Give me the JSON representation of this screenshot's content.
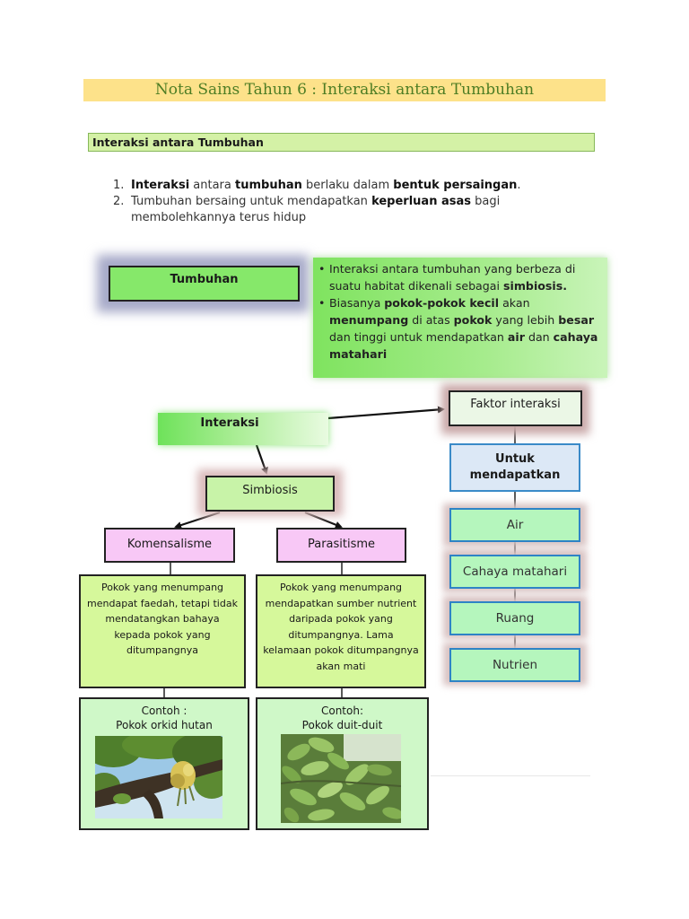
{
  "title": "Nota Sains Tahun 6 : Interaksi antara Tumbuhan",
  "section_heading": "Interaksi antara Tumbuhan",
  "intro": [
    {
      "num": "1.",
      "parts": [
        {
          "t": "Interaksi",
          "b": true
        },
        {
          "t": " antara ",
          "b": false
        },
        {
          "t": "tumbuhan",
          "b": true
        },
        {
          "t": " berlaku dalam ",
          "b": false
        },
        {
          "t": "bentuk persaingan",
          "b": true
        },
        {
          "t": ".",
          "b": false
        }
      ]
    },
    {
      "num": "2.",
      "parts": [
        {
          "t": "Tumbuhan bersaing untuk mendapatkan ",
          "b": false
        },
        {
          "t": "keperluan asas",
          "b": true
        },
        {
          "t": " bagi membolehkannya terus hidup",
          "b": false
        }
      ]
    }
  ],
  "tumbuhan_label": "Tumbuhan",
  "description": [
    {
      "parts": [
        {
          "t": "Interaksi antara tumbuhan yang berbeza di suatu habitat dikenali sebagai ",
          "b": false
        },
        {
          "t": "simbiosis.",
          "b": true
        }
      ]
    },
    {
      "parts": [
        {
          "t": "Biasanya ",
          "b": false
        },
        {
          "t": "pokok-pokok kecil",
          "b": true
        },
        {
          "t": " akan ",
          "b": false
        },
        {
          "t": "menumpang",
          "b": true
        },
        {
          "t": " di atas ",
          "b": false
        },
        {
          "t": "pokok",
          "b": true
        },
        {
          "t": " yang lebih ",
          "b": false
        },
        {
          "t": "besar",
          "b": true
        },
        {
          "t": " dan tinggi untuk mendapatkan ",
          "b": false
        },
        {
          "t": "air",
          "b": true
        },
        {
          "t": " dan ",
          "b": false
        },
        {
          "t": "cahaya matahari",
          "b": true
        }
      ]
    }
  ],
  "interaksi_label": "Interaksi",
  "simbiosis_label": "Simbiosis",
  "komensalisme": {
    "label": "Komensalisme",
    "description": "Pokok yang menumpang mendapat faedah, tetapi tidak mendatangkan bahaya kepada pokok yang ditumpangnya",
    "example_label": "Contoh :",
    "example_name": "Pokok orkid hutan"
  },
  "parasitisme": {
    "label": "Parasitisme",
    "description": "Pokok yang menumpang mendapatkan sumber nutrient daripada pokok yang ditumpangnya. Lama kelamaan pokok ditumpangnya akan mati",
    "example_label": "Contoh:",
    "example_name": "Pokok duit-duit"
  },
  "faktor": {
    "label": "Faktor interaksi",
    "untuk_line1": "Untuk",
    "untuk_line2": "mendapatkan",
    "items": [
      "Air",
      "Cahaya matahari",
      "Ruang",
      "Nutrien"
    ]
  },
  "colors": {
    "title_bg": "#fde28a",
    "title_text": "#4e7d24",
    "heading_bg": "#d4f1a6",
    "green_box": "#86e86a",
    "pink_box": "#f8c8f6",
    "blue_border": "#2e83c6"
  }
}
